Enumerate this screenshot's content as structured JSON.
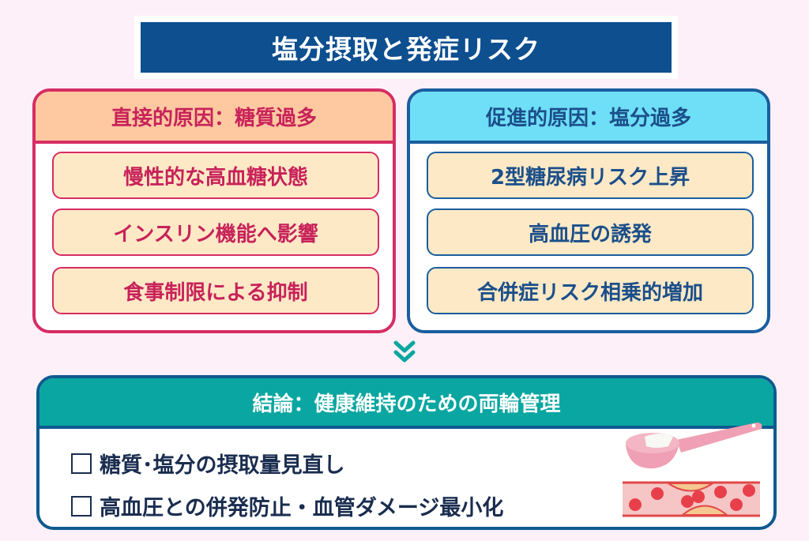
{
  "title": "塩分摂取と発症リスク",
  "left": {
    "header": "直接的原因：糖質過多",
    "items": [
      "慢性的な高血糖状態",
      "インスリン機能へ影響",
      "食事制限による抑制"
    ]
  },
  "right": {
    "header": "促進的原因：塩分過多",
    "items": [
      "2型糖尿病リスク上昇",
      "高血圧の誘発",
      "合併症リスク相乗的増加"
    ]
  },
  "conclusion": {
    "header": "結論：健康維持のための両輪管理",
    "items": [
      "糖質･塩分の摂取量見直し",
      "高血圧との併発防止・血管ダメージ最小化"
    ]
  },
  "colors": {
    "left": "#d62d64",
    "right": "#1a5e9e",
    "teal": "#0aa6a1",
    "title": "#0d4f8f"
  }
}
